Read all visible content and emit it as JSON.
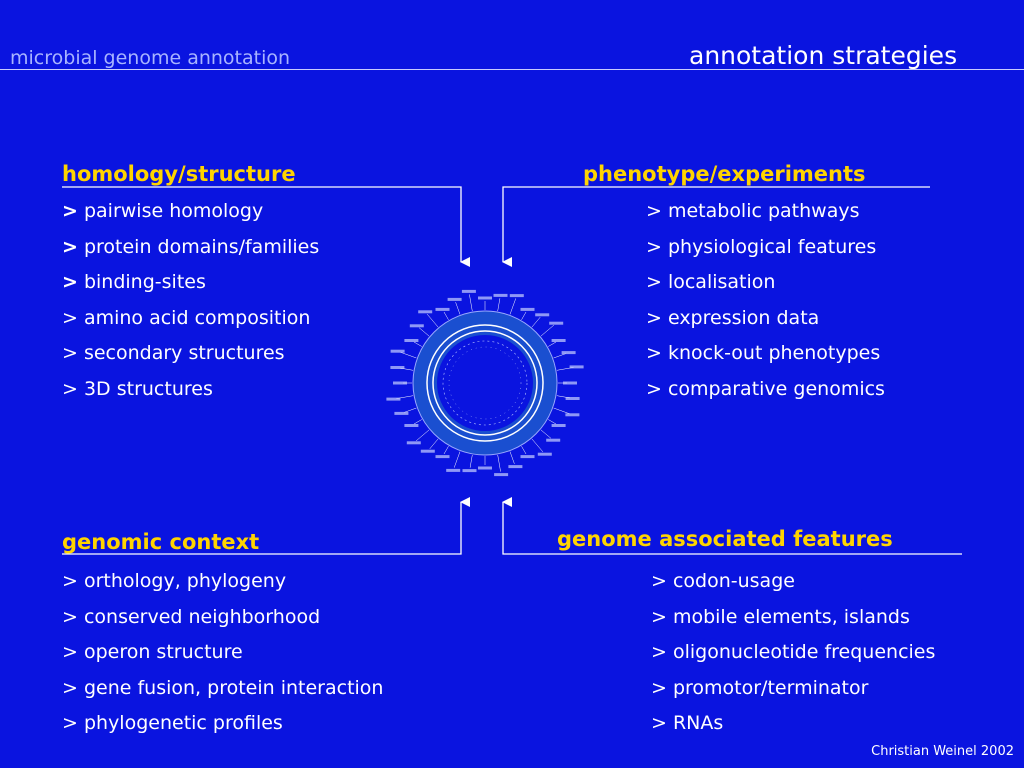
{
  "header": {
    "left": "microbial genome annotation",
    "right": "annotation strategies"
  },
  "sections": {
    "homology": {
      "title": "homology/structure",
      "items": [
        {
          "prefix": ">",
          "text": " pairwise homology",
          "bold_prefix": true
        },
        {
          "prefix": ">",
          "text": " protein domains/families",
          "bold_prefix": true
        },
        {
          "prefix": ">",
          "text": " binding-sites",
          "bold_prefix": true
        },
        {
          "prefix": ">",
          "text": " amino acid composition",
          "bold_prefix": false
        },
        {
          "prefix": ">",
          "text": " secondary structures",
          "bold_prefix": false
        },
        {
          "prefix": ">",
          "text": " 3D structures",
          "bold_prefix": false
        }
      ]
    },
    "phenotype": {
      "title": "phenotype/experiments",
      "items": [
        {
          "prefix": ">",
          "text": " metabolic pathways"
        },
        {
          "prefix": ">",
          "text": " physiological features"
        },
        {
          "prefix": ">",
          "text": " localisation"
        },
        {
          "prefix": ">",
          "text": " expression data"
        },
        {
          "prefix": ">",
          "text": " knock-out phenotypes"
        },
        {
          "prefix": ">",
          "text": " comparative genomics"
        }
      ]
    },
    "genomic_context": {
      "title": "genomic context",
      "items": [
        {
          "prefix": ">",
          "text": " orthology, phylogeny"
        },
        {
          "prefix": ">",
          "text": " conserved neighborhood"
        },
        {
          "prefix": ">",
          "text": " operon structure"
        },
        {
          "prefix": ">",
          "text": " gene fusion, protein interaction"
        },
        {
          "prefix": ">",
          "text": " phylogenetic profiles"
        }
      ]
    },
    "genome_features": {
      "title": "genome associated features",
      "items": [
        {
          "prefix": ">",
          "text": " codon-usage"
        },
        {
          "prefix": ">",
          "text": " mobile elements, islands"
        },
        {
          "prefix": ">",
          "text": " oligonucleotide frequencies"
        },
        {
          "prefix": ">",
          "text": " promotor/terminator"
        },
        {
          "prefix": ">",
          "text": " RNAs"
        }
      ]
    }
  },
  "footer": "Christian Weinel 2002",
  "colors": {
    "background": "#0a14e0",
    "heading": "#ffd400",
    "header_left": "#a8b4ff",
    "text": "#ffffff"
  }
}
